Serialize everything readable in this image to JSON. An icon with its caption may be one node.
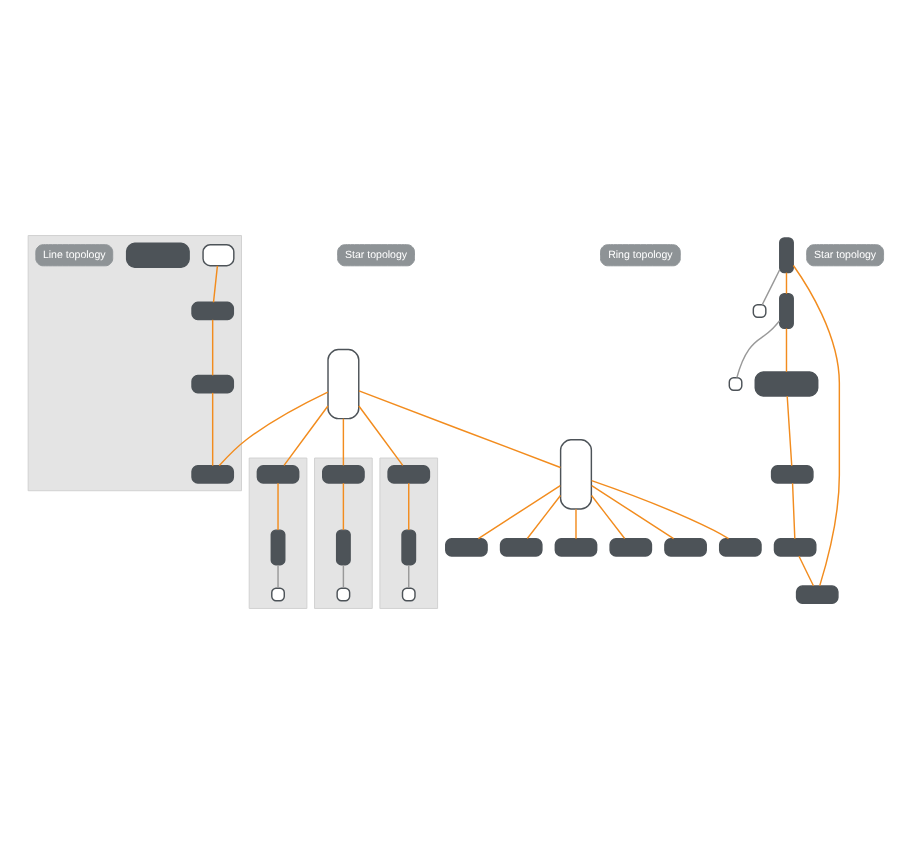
{
  "diagram": {
    "nodes": [
      {
        "text": [],
        "shape": "box"
      },
      {
        "text": [
          "Star topology"
        ]
      },
      {
        "text": [],
        "shape": "box"
      },
      {
        "text": [],
        "shape": "box",
        "in": 2
      },
      {
        "text": [],
        "shape": "box",
        "in": 2
      },
      {
        "text": [
          "Line topology"
        ],
        "in": 2
      },
      {
        "text": [],
        "shape": "box",
        "in": 2
      },
      {
        "text": [],
        "shape": "box",
        "in": 2
      },
      {
        "text": [],
        "shape": "box",
        "in": 2
      },
      {
        "text": [],
        "shape": "box"
      },
      {
        "text": [],
        "shape": "box",
        "in": 9
      },
      {
        "text": [],
        "shape": "box",
        "in": 9
      },
      {
        "text": [],
        "shape": "box",
        "in": 9
      },
      {
        "text": [],
        "shape": "box"
      },
      {
        "text": [],
        "shape": "box",
        "in": 13
      },
      {
        "text": [],
        "shape": "box",
        "in": 13
      },
      {
        "text": [],
        "shape": "box",
        "in": 13
      },
      {
        "text": [],
        "shape": "box"
      },
      {
        "text": [],
        "shape": "box",
        "in": 17
      },
      {
        "text": [],
        "shape": "box",
        "in": 17
      },
      {
        "text": [],
        "shape": "box",
        "in": 17
      },
      {
        "text": [],
        "shape": "box"
      },
      {
        "text": [
          "Ring topology"
        ]
      },
      {
        "text": [],
        "shape": "box"
      },
      {
        "text": [],
        "shape": "box"
      },
      {
        "text": [],
        "shape": "box"
      },
      {
        "text": [],
        "shape": "box"
      },
      {
        "text": [],
        "shape": "box"
      },
      {
        "text": [],
        "shape": "box"
      },
      {
        "text": [],
        "shape": "box"
      },
      {
        "text": [],
        "shape": "box"
      },
      {
        "text": [
          "Star topology"
        ]
      },
      {
        "text": [],
        "shape": "box"
      },
      {
        "text": [],
        "shape": "box"
      },
      {
        "text": [],
        "shape": "box"
      },
      {
        "text": [],
        "shape": "box"
      },
      {
        "text": [],
        "shape": "box"
      },
      {
        "text": [],
        "shape": "box"
      }
    ],
    "edges": [
      {
        "from": 0,
        "to": 8,
        "arrow": "none"
      },
      {
        "from": 0,
        "to": 10,
        "arrow": "none"
      },
      {
        "from": 0,
        "to": 14,
        "arrow": "none"
      },
      {
        "from": 0,
        "to": 18,
        "arrow": "none"
      },
      {
        "from": 0,
        "to": 21,
        "arrow": "none"
      },
      {
        "from": 3,
        "to": 6,
        "arrow": "none"
      },
      {
        "from": 6,
        "to": 7,
        "arrow": "none"
      },
      {
        "from": 7,
        "to": 8,
        "arrow": "none"
      },
      {
        "from": 10,
        "to": 11,
        "arrow": "none"
      },
      {
        "from": 11,
        "to": 12,
        "arrow": "none",
        "color": "#999999"
      },
      {
        "from": 14,
        "to": 15,
        "arrow": "none"
      },
      {
        "from": 15,
        "to": 16,
        "arrow": "none",
        "color": "#999999"
      },
      {
        "from": 18,
        "to": 19,
        "arrow": "none"
      },
      {
        "from": 19,
        "to": 20,
        "arrow": "none",
        "color": "#999999"
      },
      {
        "from": 25,
        "to": 27,
        "arrow": "none"
      },
      {
        "from": 27,
        "to": 28,
        "arrow": "none"
      },
      {
        "from": 28,
        "to": 29,
        "arrow": "none"
      },
      {
        "from": 29,
        "to": 30,
        "arrow": "none"
      },
      {
        "from": 30,
        "to": 23,
        "arrow": "none"
      },
      {
        "from": 23,
        "to": 25,
        "arrow": "none"
      },
      {
        "from": 23,
        "to": 24,
        "arrow": "none",
        "color": "#999999"
      },
      {
        "from": 25,
        "to": 26,
        "arrow": "none",
        "color": "#999999"
      },
      {
        "from": 21,
        "to": 32,
        "arrow": "none"
      },
      {
        "from": 21,
        "to": 33,
        "arrow": "none"
      },
      {
        "from": 21,
        "to": 34,
        "arrow": "none"
      },
      {
        "from": 21,
        "to": 35,
        "arrow": "none"
      },
      {
        "from": 21,
        "to": 36,
        "arrow": "none"
      },
      {
        "from": 21,
        "to": 37,
        "arrow": "none"
      }
    ]
  }
}
